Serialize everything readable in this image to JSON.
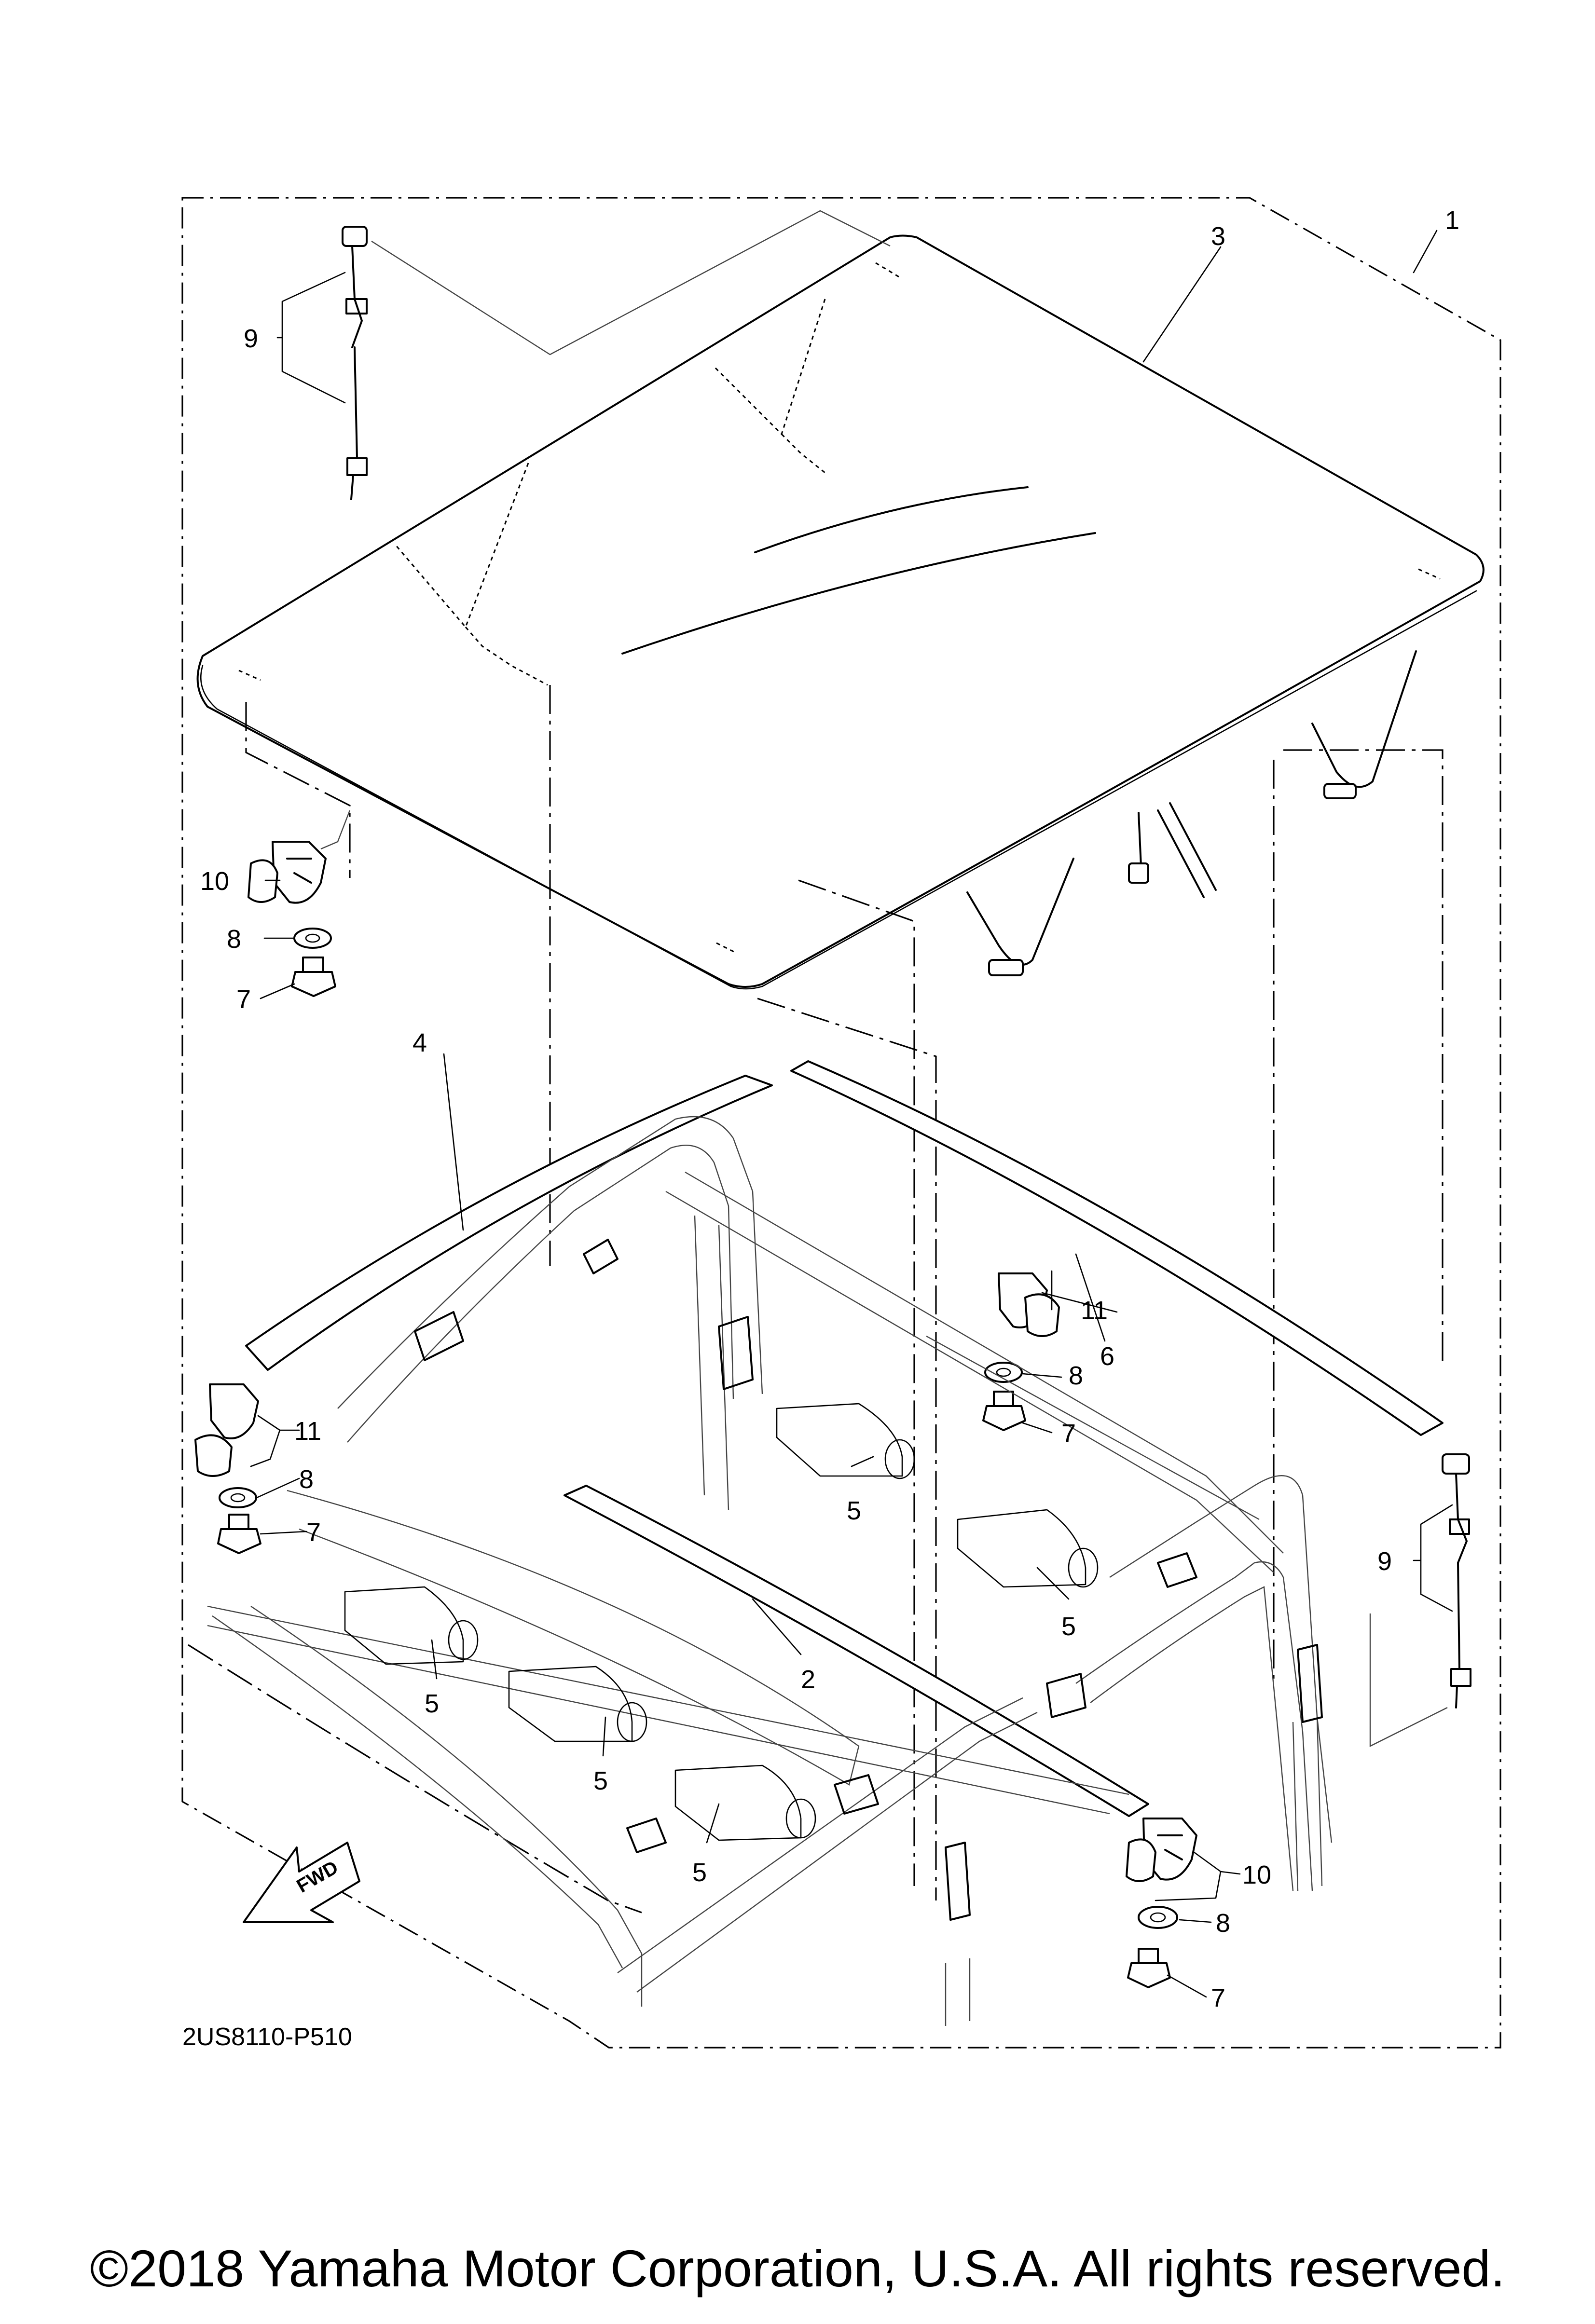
{
  "diagram": {
    "code": "2US8110-P510",
    "fwd_label": "FWD",
    "callouts": {
      "c1": "1",
      "c2": "2",
      "c3": "3",
      "c4": "4",
      "c5a": "5",
      "c5b": "5",
      "c5c": "5",
      "c5d": "5",
      "c5e": "5",
      "c6": "6",
      "c7a": "7",
      "c7b": "7",
      "c7c": "7",
      "c8a": "8",
      "c8b": "8",
      "c8c": "8",
      "c9a": "9",
      "c9b": "9",
      "c10a": "10",
      "c10b": "10",
      "c11a": "11",
      "c11b": "11"
    }
  },
  "footer": {
    "copyright": "©2018 Yamaha Motor Corporation, U.S.A. All rights reserved."
  }
}
